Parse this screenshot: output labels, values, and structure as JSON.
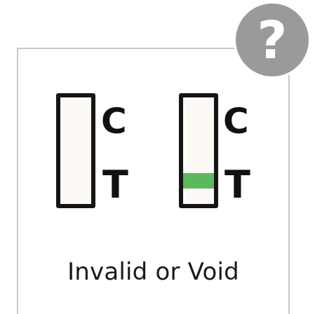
{
  "badge": {
    "symbol": "?",
    "color": "#9a9a9a",
    "icon": "question-mark-icon"
  },
  "test_strips": [
    {
      "control_label": "C",
      "test_label": "T",
      "test_band_visible": false
    },
    {
      "control_label": "C",
      "test_label": "T",
      "test_band_visible": true,
      "band_color": "#5cb85c"
    }
  ],
  "result": {
    "label": "Invalid or Void"
  }
}
